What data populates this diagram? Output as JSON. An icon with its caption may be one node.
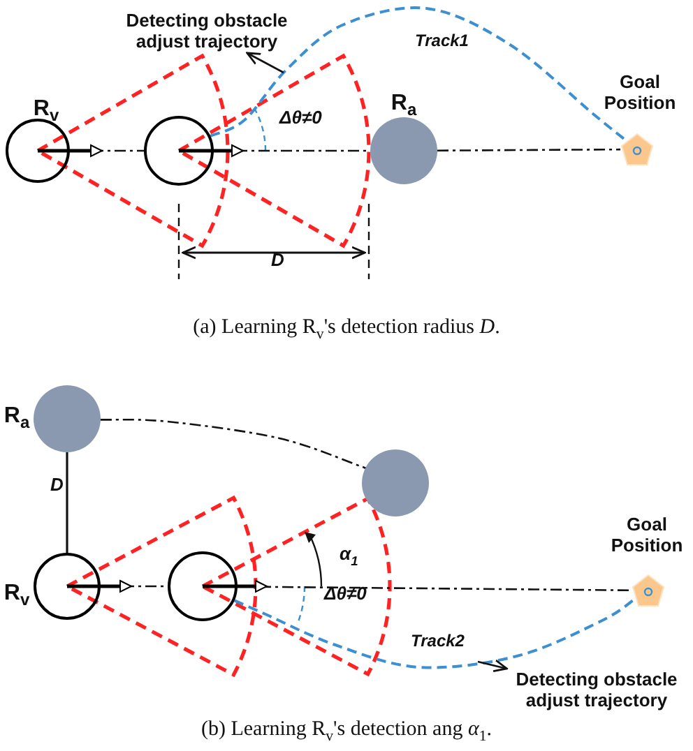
{
  "diagram": {
    "nodes": [
      {
        "text": [
          "R$_{v}$"
        ]
      },
      {
        "text": [],
        "shape": "circle"
      },
      {
        "text": [
          "R$_{a}$"
        ]
      },
      {
        "text": [
          "Goal Position"
        ]
      },
      {
        "text": [
          "Detecting obstacle adjust trajectory"
        ]
      },
      {
        "text": [
          "R$_{a}$"
        ]
      },
      {
        "text": [],
        "shape": "circle"
      },
      {
        "text": [
          "R$_{v}$"
        ]
      },
      {
        "text": [],
        "shape": "circle"
      },
      {
        "text": [
          "Goal Position"
        ]
      },
      {
        "text": [
          "Detecting obstacle adjust trajectory"
        ]
      }
    ],
    "edges": [
      {
        "from": 0,
        "to": 1,
        "arrow": "to",
        "style": "dashed"
      },
      {
        "from": 1,
        "to": 2,
        "arrow": "to",
        "style": "dashed"
      },
      {
        "from": 2,
        "to": 3,
        "arrow": "none",
        "style": "dashed"
      },
      {
        "from": 1,
        "to": 3,
        "arrow": "none",
        "label": "Track1",
        "style": "dashed",
        "color": "#3c8fd0"
      },
      {
        "from": null,
        "to": 4,
        "arrow": "to"
      },
      {
        "from": 5,
        "to": 6,
        "arrow": "none",
        "style": "dashed"
      },
      {
        "from": 7,
        "to": 8,
        "arrow": "to",
        "style": "dashed"
      },
      {
        "from": 8,
        "to": 9,
        "arrow": "to",
        "style": "dashed"
      },
      {
        "from": 8,
        "to": 9,
        "arrow": "none",
        "label": "Track2",
        "style": "dashed",
        "color": "#3c8fd0"
      },
      {
        "from": null,
        "to": 10,
        "arrow": "to"
      }
    ],
    "labels": [
      "Δθ≠0",
      "D",
      "(a) Learning R$_{v}$'s detection radius *D*.",
      "D",
      "*α*$_{1}$",
      "Δθ≠0",
      "(b) Learning R$_{v}$'s detection ang *α*$_{1}$."
    ]
  }
}
